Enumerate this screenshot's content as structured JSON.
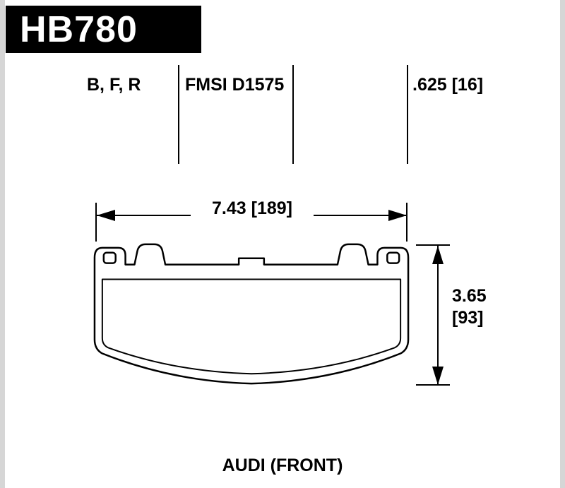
{
  "header": {
    "part_number": "HB780"
  },
  "specs": {
    "compounds": "B, F, R",
    "fmsi": "FMSI D1575",
    "thickness": ".625 [16]"
  },
  "dimensions": {
    "width": "7.43 [189]",
    "height_in": "3.65",
    "height_mm": "[93]"
  },
  "application": "AUDI (FRONT)",
  "colors": {
    "ink": "#000000",
    "paper": "#ffffff",
    "edge_strip": "#d6d6d6",
    "part_box_bg": "#000000",
    "part_box_text": "#ffffff"
  }
}
